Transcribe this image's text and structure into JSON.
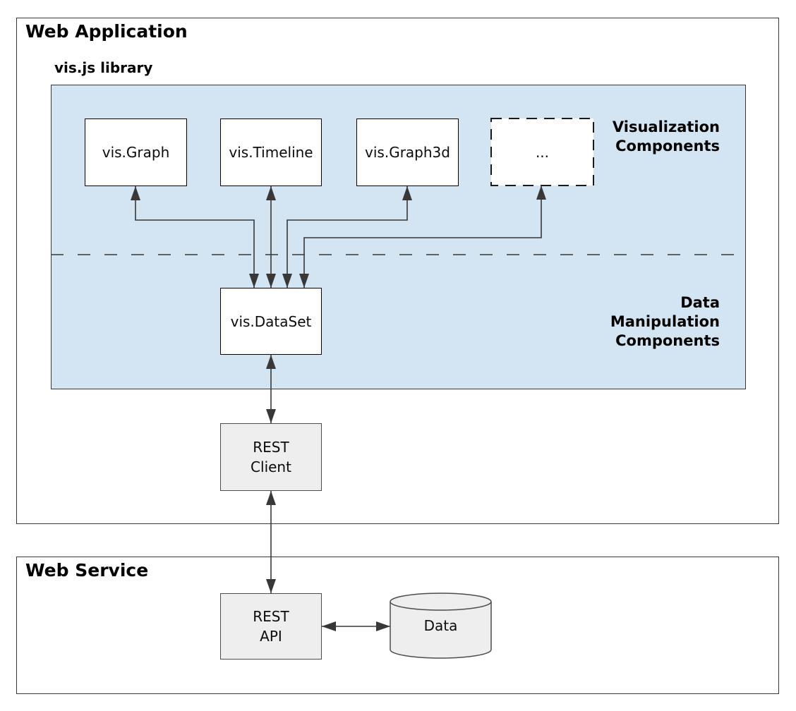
{
  "web_application": {
    "title": "Web Application"
  },
  "vis_library": {
    "title": "vis.js library"
  },
  "components": [
    {
      "label": "vis.Graph"
    },
    {
      "label": "vis.Timeline"
    },
    {
      "label": "vis.Graph3d"
    },
    {
      "label": "..."
    }
  ],
  "sections": {
    "visualization_label": "Visualization\nComponents",
    "data_manipulation_label": "Data\nManipulation\nComponents"
  },
  "dataset": {
    "label": "vis.DataSet"
  },
  "rest_client": {
    "label": "REST\nClient"
  },
  "web_service": {
    "title": "Web Service"
  },
  "rest_api": {
    "label": "REST\nAPI"
  },
  "data_store": {
    "label": "Data"
  },
  "colors": {
    "library_panel_fill": "#d3e5f2",
    "service_box_fill": "#eeeeee",
    "component_box_fill": "#ffffff",
    "border": "#383838",
    "connector": "#383838",
    "text": "#000000"
  }
}
